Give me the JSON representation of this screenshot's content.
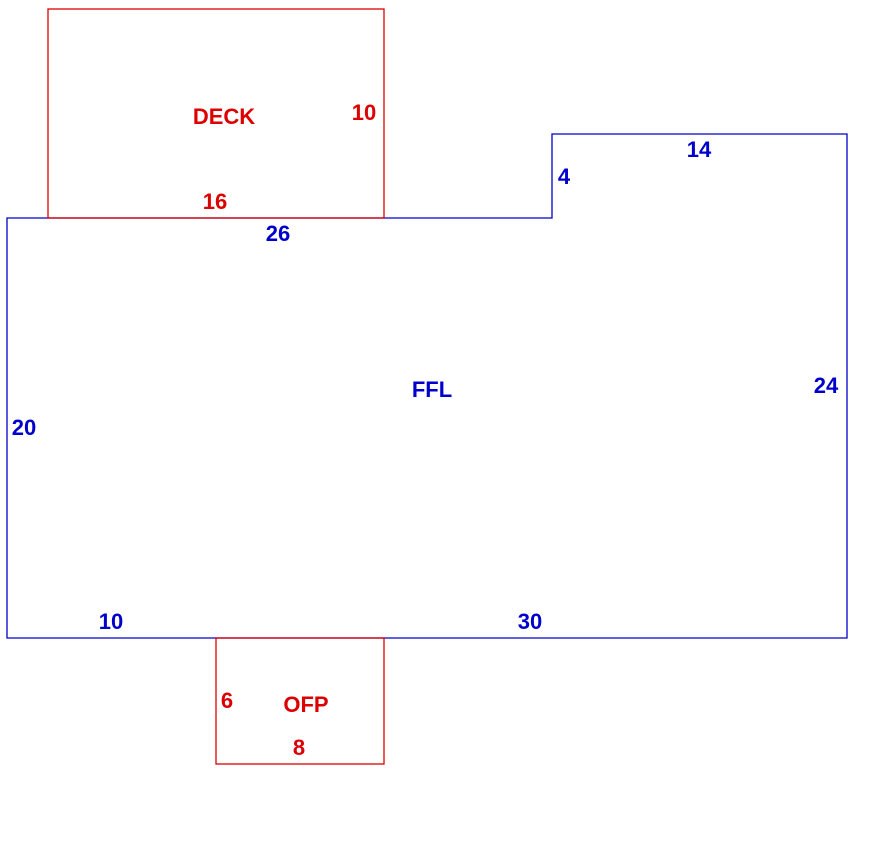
{
  "colors": {
    "ffl": "#0000cc",
    "deck": "#dd0000",
    "ofp": "#dd0000",
    "background": "#ffffff"
  },
  "areas": {
    "ffl": {
      "name": "FFL",
      "dims": {
        "top_left": "26",
        "step": "4",
        "top_right": "14",
        "left": "20",
        "right": "24",
        "bottom_left": "10",
        "bottom_right": "30"
      }
    },
    "deck": {
      "name": "DECK",
      "dims": {
        "right": "10",
        "bottom": "16"
      }
    },
    "ofp": {
      "name": "OFP",
      "dims": {
        "left": "6",
        "bottom": "8"
      }
    }
  }
}
